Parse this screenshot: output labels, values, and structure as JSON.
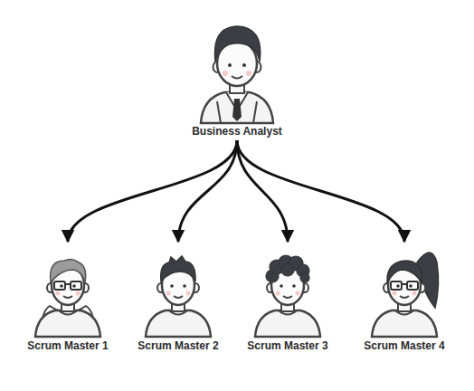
{
  "diagram": {
    "nodes": [
      {
        "text": [
          "Business Analyst"
        ]
      },
      {
        "text": [
          "Scrum Master 1"
        ]
      },
      {
        "text": [
          "Scrum Master 2"
        ]
      },
      {
        "text": [
          "Scrum Master 3"
        ]
      },
      {
        "text": [
          "Scrum Master 4"
        ]
      }
    ],
    "edges": [
      {
        "from": 0,
        "to": 1,
        "arrow": "to"
      },
      {
        "from": 0,
        "to": 2,
        "arrow": "to"
      },
      {
        "from": 0,
        "to": 3,
        "arrow": "to"
      },
      {
        "from": 0,
        "to": 4,
        "arrow": "to"
      }
    ]
  }
}
